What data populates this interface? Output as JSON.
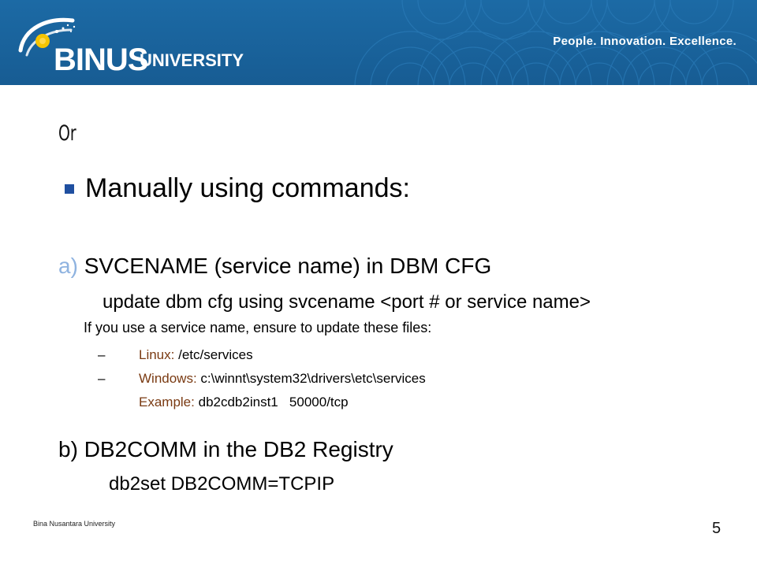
{
  "header": {
    "logo_name": "BINUS",
    "logo_suffix": "UNIVERSITY",
    "tagline": "People. Innovation. Excellence.",
    "colors": {
      "bar": "#1c6aa5",
      "text": "#ffffff",
      "emblem_accent": "#f5c400"
    }
  },
  "slide": {
    "intro": "Or",
    "heading": "Manually using commands:",
    "section_a": {
      "marker": "a)",
      "title": "SVCENAME (service name) in DBM CFG",
      "command": "update dbm cfg using svcename <port # or service name>",
      "note": "If you use a service name, ensure to update these files:",
      "items": [
        {
          "dash": "–",
          "label": "Linux:",
          "value": "/etc/services"
        },
        {
          "dash": "–",
          "label": "Windows:",
          "value": "c:\\winnt\\system32\\drivers\\etc\\services"
        }
      ],
      "example": {
        "label": "Example:",
        "value": "db2cdb2inst1   50000/tcp"
      }
    },
    "section_b": {
      "marker": "b)",
      "title": "DB2COMM in the DB2 Registry",
      "command": "db2set DB2COMM=TCPIP"
    }
  },
  "footer": {
    "source": "Bina Nusantara University",
    "page_number": "5"
  },
  "colors": {
    "bullet": "#1f4fa0",
    "marker_a": "#8fb3e0",
    "item_label": "#7a3a12"
  }
}
